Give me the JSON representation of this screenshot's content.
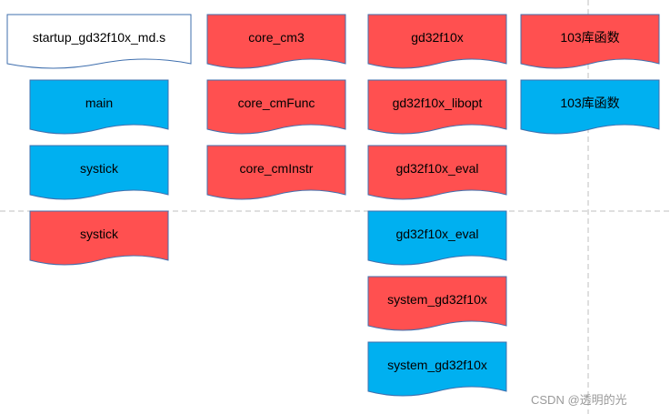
{
  "colors": {
    "red": "#ff5050",
    "blue": "#00b0f0",
    "white": "#ffffff",
    "border": "#3f6fae",
    "guide": "#bfbfbf"
  },
  "columns": [
    {
      "id": "col1",
      "shapes": [
        {
          "label": "startup_gd32f10x_md.s",
          "color": "white"
        },
        {
          "label": "main",
          "color": "blue"
        },
        {
          "label": "systick",
          "color": "blue"
        },
        {
          "label": "systick",
          "color": "red"
        }
      ]
    },
    {
      "id": "col2",
      "shapes": [
        {
          "label": "core_cm3",
          "color": "red"
        },
        {
          "label": "core_cmFunc",
          "color": "red"
        },
        {
          "label": "core_cmInstr",
          "color": "red"
        }
      ]
    },
    {
      "id": "col3",
      "shapes": [
        {
          "label": "gd32f10x",
          "color": "red"
        },
        {
          "label": "gd32f10x_libopt",
          "color": "red"
        },
        {
          "label": "gd32f10x_eval",
          "color": "red"
        },
        {
          "label": "gd32f10x_eval",
          "color": "blue"
        },
        {
          "label": "system_gd32f10x",
          "color": "red"
        },
        {
          "label": "system_gd32f10x",
          "color": "blue"
        }
      ]
    },
    {
      "id": "col4",
      "shapes": [
        {
          "label": "103库函数",
          "color": "red"
        },
        {
          "label": "103库函数",
          "color": "blue"
        }
      ]
    }
  ],
  "watermark": "CSDN @透明的光"
}
